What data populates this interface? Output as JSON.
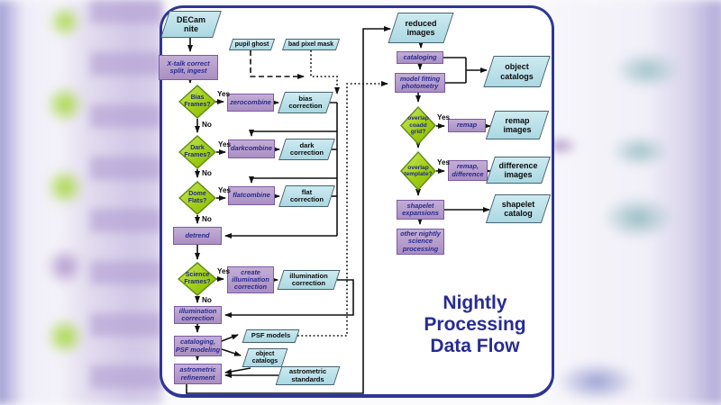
{
  "slide": {
    "title_line1": "Nightly",
    "title_line2": "Processing",
    "title_line3": "Data Flow"
  },
  "labels": {
    "yes": "Yes",
    "no": "No"
  },
  "colors": {
    "panel_border_navy": "#2e3694",
    "process_purple": "#b29bca",
    "data_cyan": "#b8dfe8",
    "decision_green": "#a4d41c",
    "title_navy": "#282c91",
    "wire_black": "#111111"
  },
  "nodes": {
    "decam_nite": {
      "label": "DECam\nnite"
    },
    "pupil_ghost": {
      "label": "pupil ghost"
    },
    "bad_pixel_mask": {
      "label": "bad pixel mask"
    },
    "xtalk": {
      "label": "X-talk correct\nsplit, ingest"
    },
    "bias_frames": {
      "label": "Bias\nFrames?"
    },
    "zerocombine": {
      "label": "zerocombine"
    },
    "bias_correction": {
      "label": "bias\ncorrection"
    },
    "dark_frames": {
      "label": "Dark\nFrames?"
    },
    "darkcombine": {
      "label": "darkcombine"
    },
    "dark_correction": {
      "label": "dark\ncorrection"
    },
    "dome_flats": {
      "label": "Dome\nFlats?"
    },
    "flatcombine": {
      "label": "flatcombine"
    },
    "flat_correction": {
      "label": "flat\ncorrection"
    },
    "detrend": {
      "label": "detrend"
    },
    "science_frames": {
      "label": "Science\nFrames?"
    },
    "create_illumination": {
      "label": "create\nillumination\ncorrection"
    },
    "illumination_correction_out": {
      "label": "illumination\ncorrection"
    },
    "illumination_correction": {
      "label": "illumination\ncorrection"
    },
    "cataloging_psf": {
      "label": "cataloging,\nPSF modeling"
    },
    "psf_models": {
      "label": "PSF models"
    },
    "object_catalogs_left": {
      "label": "object\ncatalogs"
    },
    "astrometric_refinement": {
      "label": "astrometric\nrefinement"
    },
    "astrometric_standards": {
      "label": "astrometric\nstandards"
    },
    "reduced_images": {
      "label": "reduced\nimages"
    },
    "cataloging": {
      "label": "cataloging"
    },
    "model_fitting": {
      "label": "model fitting\nphotometry"
    },
    "object_catalogs_right": {
      "label": "object\ncatalogs"
    },
    "overlap_coadd": {
      "label": "overlap\ncoadd\ngrid?"
    },
    "remap": {
      "label": "remap"
    },
    "remap_images": {
      "label": "remap\nimages"
    },
    "overlap_template": {
      "label": "overlap\ntemplate?"
    },
    "remap_difference": {
      "label": "remap,\ndifference"
    },
    "difference_images": {
      "label": "difference\nimages"
    },
    "shapelet_expansions": {
      "label": "shapelet\nexpansions"
    },
    "shapelet_catalog": {
      "label": "shapelet\ncatalog"
    },
    "other_nightly": {
      "label": "other nightly\nscience\nprocessing"
    }
  }
}
